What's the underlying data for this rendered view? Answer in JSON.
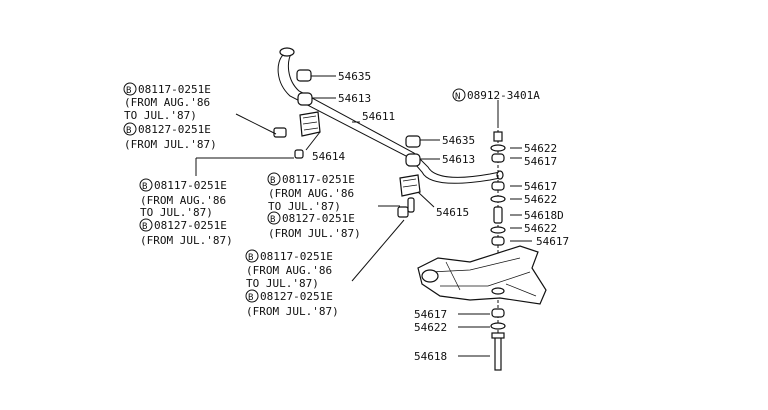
{
  "labels": {
    "p54635a": "54635",
    "p54613a": "54613",
    "p54611": "54611",
    "p54614": "54614",
    "p54635b": "54635",
    "p54613b": "54613",
    "p54615": "54615",
    "nut_part": "08912-3401A",
    "nut_marker": "N",
    "p54622a": "54622",
    "p54617a": "54617",
    "p54617b": "54617",
    "p54622b": "54622",
    "p54618D": "54618D",
    "p54622c": "54622",
    "p54617c": "54617",
    "p54617d": "54617",
    "p54622d": "54622",
    "p54618": "54618"
  },
  "bolt_notes": [
    {
      "marker": "B",
      "part1": "08117-0251E",
      "note1a": "(FROM AUG.'86",
      "note1b": "TO JUL.'87)",
      "part2": "08127-0251E",
      "note2": "(FROM JUL.'87)"
    },
    {
      "marker": "B",
      "part1": "08117-0251E",
      "note1a": "(FROM AUG.'86",
      "note1b": "TO JUL.'87)",
      "part2": "08127-0251E",
      "note2": "(FROM JUL.'87)"
    },
    {
      "marker": "B",
      "part1": "08117-0251E",
      "note1a": "(FROM AUG.'86",
      "note1b": "TO JUL.'87)",
      "part2": "08127-0251E",
      "note2": "(FROM JUL.'87)"
    },
    {
      "marker": "B",
      "part1": "08117-0251E",
      "note1a": "(FROM AUG.'86",
      "note1b": "TO JUL.'87)",
      "part2": "08127-0251E",
      "note2": "(FROM JUL.'87)"
    }
  ]
}
